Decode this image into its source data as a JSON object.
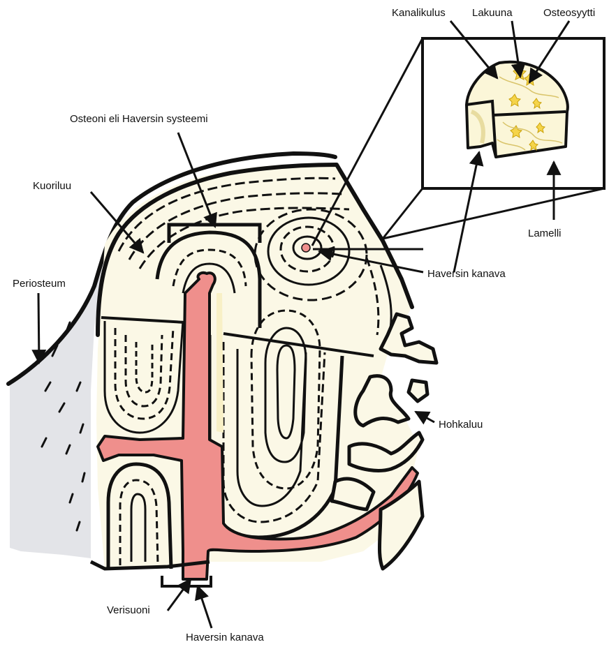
{
  "labels": {
    "kanalikulus": "Kanalikulus",
    "lakuuna": "Lakuuna",
    "osteosyytti": "Osteosyytti",
    "osteoni": "Osteoni eli Haversin systeemi",
    "kuoriluu": "Kuoriluu",
    "periosteum": "Periosteum",
    "lamelli": "Lamelli",
    "haversin_kanava_top": "Haversin kanava",
    "hohkaluu": "Hohkaluu",
    "verisuoni": "Verisuoni",
    "haversin_kanava_bottom": "Haversin kanava"
  },
  "colors": {
    "bone": "#fbf8e6",
    "bone_inner": "#f8f0c6",
    "vessel": "#ef8f8c",
    "vessel_dark": "#e0605f",
    "periosteum": "#e3e4e8",
    "outline": "#111111"
  }
}
